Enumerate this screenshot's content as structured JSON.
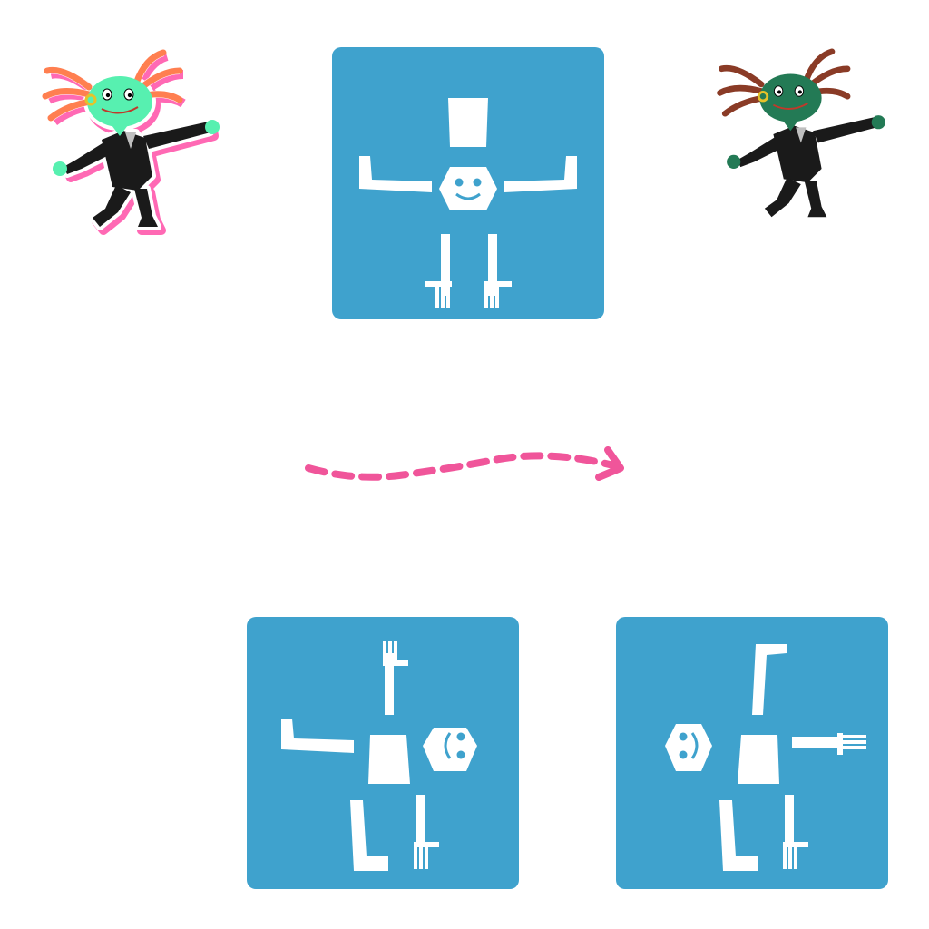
{
  "colors": {
    "tile_background": "#3fa2cd",
    "part_fill": "#ffffff",
    "face_features": "#3fa2cd",
    "arrow": "#f0559a",
    "sticker_outline": "#ff69b4",
    "axolotl_bright_skin": "#57f0b0",
    "axolotl_bright_gills": "#ff7f50",
    "axolotl_dark_skin": "#237a55",
    "axolotl_dark_gills": "#8a3b26",
    "suit": "#1a1a1a"
  },
  "figures": [
    {
      "id": "source-character",
      "description_icon": "axolotl-sticker-icon",
      "style": "bright, pink outline"
    },
    {
      "id": "rig-template",
      "description_icon": "puppet-rig-icon"
    },
    {
      "id": "target-character",
      "description_icon": "axolotl-dark-icon"
    },
    {
      "id": "transfer-arrow",
      "description_icon": "dashed-arrow-icon"
    },
    {
      "id": "rig-variant-left",
      "description_icon": "puppet-rig-rotated-icon"
    },
    {
      "id": "rig-variant-right",
      "description_icon": "puppet-rig-rotated-icon"
    }
  ]
}
